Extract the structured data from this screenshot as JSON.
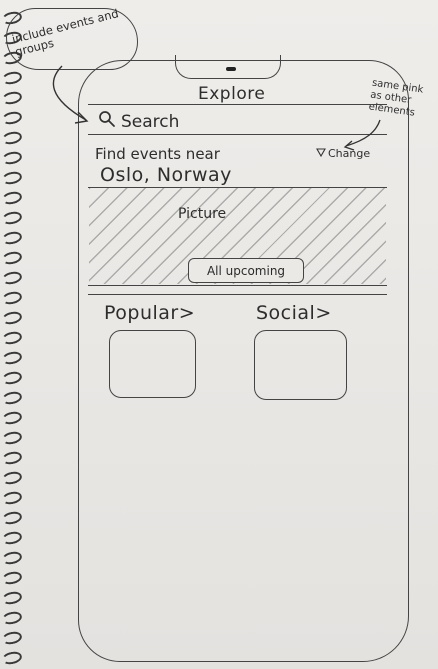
{
  "annotations": {
    "cloud_note": "include events and groups",
    "pink_note": "same pink as other elements"
  },
  "header": {
    "title": "Explore"
  },
  "search": {
    "label": "Search",
    "icon": "search-icon"
  },
  "location": {
    "prompt": "Find events near",
    "city": "Oslo, Norway",
    "change_label": "Change",
    "change_icon": "location-pin-icon"
  },
  "hero": {
    "label": "Picture",
    "button_label": "All upcoming"
  },
  "sections": [
    {
      "label": "Popular>"
    },
    {
      "label": "Social>"
    }
  ]
}
